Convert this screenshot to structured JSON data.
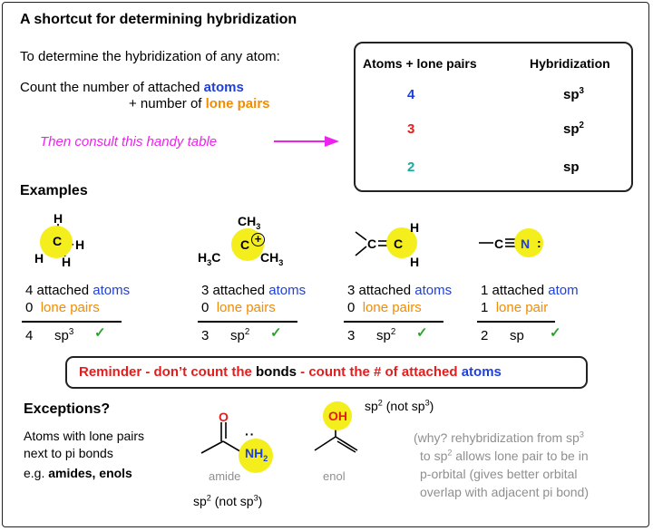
{
  "title": "A shortcut for determining hybridization",
  "intro": {
    "line1": "To determine the hybridization of any atom:",
    "count_prefix": "Count the number of attached ",
    "count_atoms": "atoms",
    "plus_prefix": "+ number of ",
    "plus_lone": "lone pairs",
    "consult": "Then consult this handy table"
  },
  "table": {
    "col1": "Atoms + lone pairs",
    "col2": "Hybridization",
    "rows": [
      {
        "count": "4",
        "hyb": "sp",
        "sup": "3"
      },
      {
        "count": "3",
        "hyb": "sp",
        "sup": "2"
      },
      {
        "count": "2",
        "hyb": "sp",
        "sup": ""
      }
    ]
  },
  "examples": {
    "heading": "Examples",
    "items": [
      {
        "atoms_num": "4",
        "atoms_word": "attached",
        "atoms_label": "atoms",
        "lp_num": "0",
        "lp_label": "lone pairs",
        "total": "4",
        "hyb": "sp",
        "sup": "3",
        "check": "✓"
      },
      {
        "atoms_num": "3",
        "atoms_word": "attached",
        "atoms_label": "atoms",
        "lp_num": "0",
        "lp_label": "lone pairs",
        "total": "3",
        "hyb": "sp",
        "sup": "2",
        "check": "✓"
      },
      {
        "atoms_num": "3",
        "atoms_word": "attached",
        "atoms_label": "atoms",
        "lp_num": "0",
        "lp_label": "lone pairs",
        "total": "3",
        "hyb": "sp",
        "sup": "2",
        "check": "✓"
      },
      {
        "atoms_num": "1",
        "atoms_word": "attached",
        "atoms_label": "atom",
        "lp_num": "1",
        "lp_label": "lone pair",
        "total": "2",
        "hyb": "sp",
        "sup": "",
        "check": "✓"
      }
    ]
  },
  "molecules": {
    "methane": {
      "c": "C",
      "h": "H"
    },
    "cation": {
      "c": "C",
      "ch3": "CH",
      "sub3": "3",
      "h3c": "H",
      "c_of_h3c": "C",
      "plus": "+"
    },
    "alkene": {
      "c": "C",
      "h": "H"
    },
    "nitrile": {
      "c": "C",
      "n": "N",
      "lp": ":"
    },
    "amide": {
      "o": "O",
      "n": "N",
      "h": "H",
      "sub2": "2",
      "dots": "··"
    },
    "enol": {
      "o": "O",
      "h": "H"
    }
  },
  "reminder": {
    "part1": "Reminder - don’t count the ",
    "bonds": "bonds",
    "part2": " - count the # of attached ",
    "atoms": "atoms"
  },
  "exceptions": {
    "heading": "Exceptions?",
    "line1": "Atoms with lone pairs",
    "line2": "next to pi bonds",
    "eg_prefix": "e.g. ",
    "eg_bold": "amides, enols",
    "amide_label": "amide",
    "enol_label": "enol",
    "sp_main": "sp",
    "sp_sup2": "2",
    "not_text": " (not sp",
    "sp_sup3": "3",
    "close": ")",
    "why_line1": "(why? rehybridization from sp",
    "why_sup1": "3",
    "why_line2a": "to sp",
    "why_sup2": "2",
    "why_line2b": " allows lone pair to be in",
    "why_line3": "p-orbital (gives better orbital",
    "why_line4": "overlap with adjacent pi bond)"
  },
  "colors": {
    "atoms": "#1f3fd6",
    "lone_pairs": "#f28c00",
    "reminder": "#e31d1d",
    "sp": "#19a9a0",
    "arrow": "#ee22ee",
    "check": "#2aa52a",
    "highlight": "#f4ee1c"
  }
}
